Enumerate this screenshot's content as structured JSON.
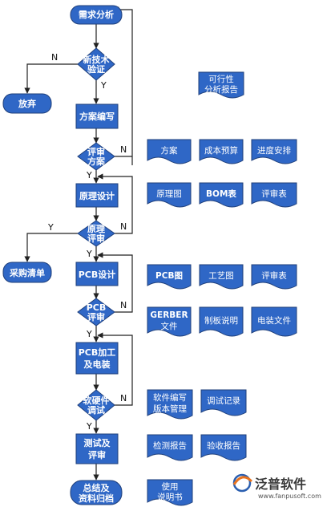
{
  "colors": {
    "node_fill": "#2f67c6",
    "node_stroke": "#1f3f7a",
    "edge": "#222222",
    "logo_orange": "#e8731f",
    "logo_blue": "#2b5fb0"
  },
  "flow": {
    "start": [
      "需求分析"
    ],
    "newtech_decision": [
      "新技术",
      "验证"
    ],
    "abandon": [
      "放弃"
    ],
    "plan_write": [
      "方案编写"
    ],
    "plan_review": [
      "评审",
      "方案"
    ],
    "schematic": [
      "原理设计"
    ],
    "schematic_review": [
      "原理",
      "评审"
    ],
    "purchase_list": [
      "采购清单"
    ],
    "pcb_design": [
      "PCB设计"
    ],
    "pcb_review": [
      "PCB",
      "评审"
    ],
    "pcb_process": [
      "PCB加工",
      "及电装"
    ],
    "sw_hw_debug": [
      "软硬件",
      "调试"
    ],
    "test_review": [
      "测试及",
      "评审"
    ],
    "summary_archive": [
      "总结及",
      "资料归档"
    ]
  },
  "edge_labels": {
    "yes": "Y",
    "no": "N"
  },
  "documents": {
    "feasibility_report": [
      "可行性",
      "分析报告"
    ],
    "plan": [
      "方案"
    ],
    "cost_budget": [
      "成本预算"
    ],
    "schedule": [
      "进度安排"
    ],
    "schematic_diagram": [
      "原理图"
    ],
    "bom_table": [
      "BOM表"
    ],
    "review_table_1": [
      "评审表"
    ],
    "pcb_drawing": [
      "PCB图"
    ],
    "process_drawing": [
      "工艺图"
    ],
    "review_table_2": [
      "评审表"
    ],
    "gerber_file": [
      "GERBER",
      "文件"
    ],
    "board_making_notes": [
      "制板说明"
    ],
    "assembly_file": [
      "电装文件"
    ],
    "software_version": [
      "软件编写",
      "版本管理"
    ],
    "debug_record": [
      "调试记录"
    ],
    "inspection_report": [
      "检测报告"
    ],
    "acceptance_report": [
      "验收报告"
    ],
    "user_manual": [
      "使用",
      "说明书"
    ]
  },
  "logo": {
    "name": "泛普软件",
    "url": "www.fanpusoft.com"
  }
}
